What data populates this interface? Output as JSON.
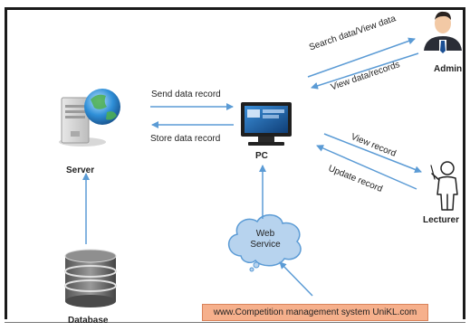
{
  "nodes": {
    "server": "Server",
    "pc": "PC",
    "admin": "Admin",
    "lecturer": "Lecturer",
    "database": "Database",
    "web_service": "Web Service"
  },
  "edges": {
    "send_data_record": "Send data record",
    "store_data_record": "Store data record",
    "search_data_view_data": "Search data/View data",
    "view_data_records": "View data/records",
    "view_record": "View record",
    "update_record": "Update record"
  },
  "footer": "www.Competition management system UniKL.com",
  "colors": {
    "arrow": "#5b9bd5",
    "cloud": "#b7d3ee",
    "footer_fill": "#f6b08c",
    "frame": "#1a1a1a"
  }
}
